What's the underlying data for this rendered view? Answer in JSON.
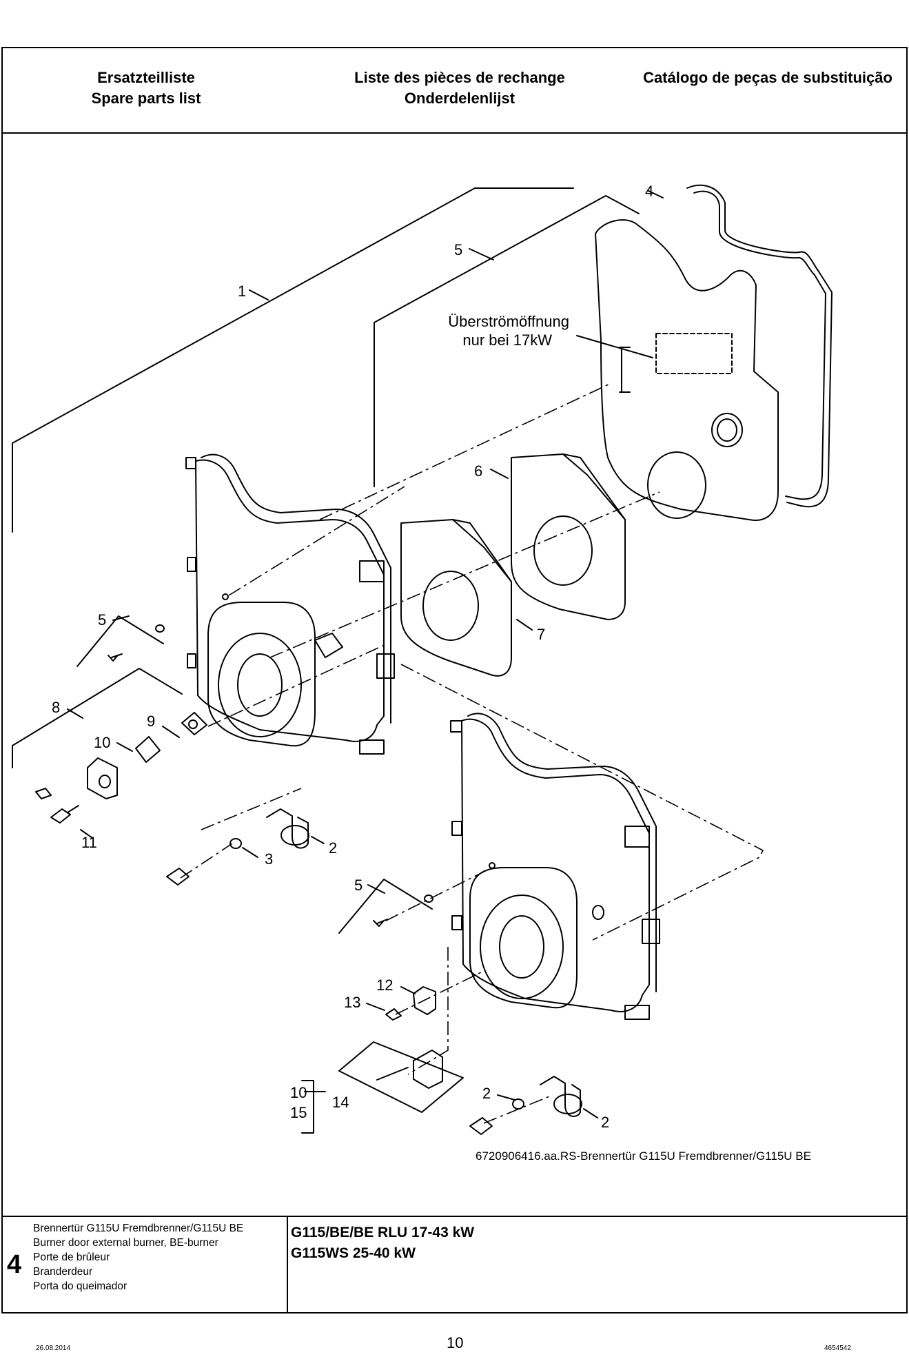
{
  "header": {
    "col1": [
      "Ersatzteilliste",
      "Spare parts list"
    ],
    "col2": [
      "Liste des pièces de rechange",
      "Onderdelenlijst"
    ],
    "col3": [
      "Catálogo de peças de substituição"
    ]
  },
  "drawing": {
    "callouts": {
      "c1": "1",
      "c4": "4",
      "c5a": "5",
      "c6": "6",
      "c5b": "5",
      "c7": "7",
      "c8": "8",
      "c9": "9",
      "c10a": "10",
      "c11": "11",
      "c2a": "2",
      "c3": "3",
      "c5c": "5",
      "c12": "12",
      "c13": "13",
      "c10b": "10",
      "c15": "15",
      "c14": "14",
      "c2b": "2",
      "c2c": "2"
    },
    "note_line1": "Überströmöffnung",
    "note_line2": "nur bei 17kW",
    "caption": "6720906416.aa.RS-Brennertür G115U Fremdbrenner/G115U BE"
  },
  "footer": {
    "section_number": "4",
    "descriptions": [
      "Brennertür G115U Fremdbrenner/G115U BE",
      "Burner door external burner, BE-burner",
      "Porte de brûleur",
      "Branderdeur",
      "Porta do queimador"
    ],
    "models": [
      "G115/BE/BE RLU 17-43 kW",
      "G115WS 25-40 kW"
    ]
  },
  "page": {
    "date": "26.08.2014",
    "number": "10",
    "doc_id": "4654542"
  }
}
